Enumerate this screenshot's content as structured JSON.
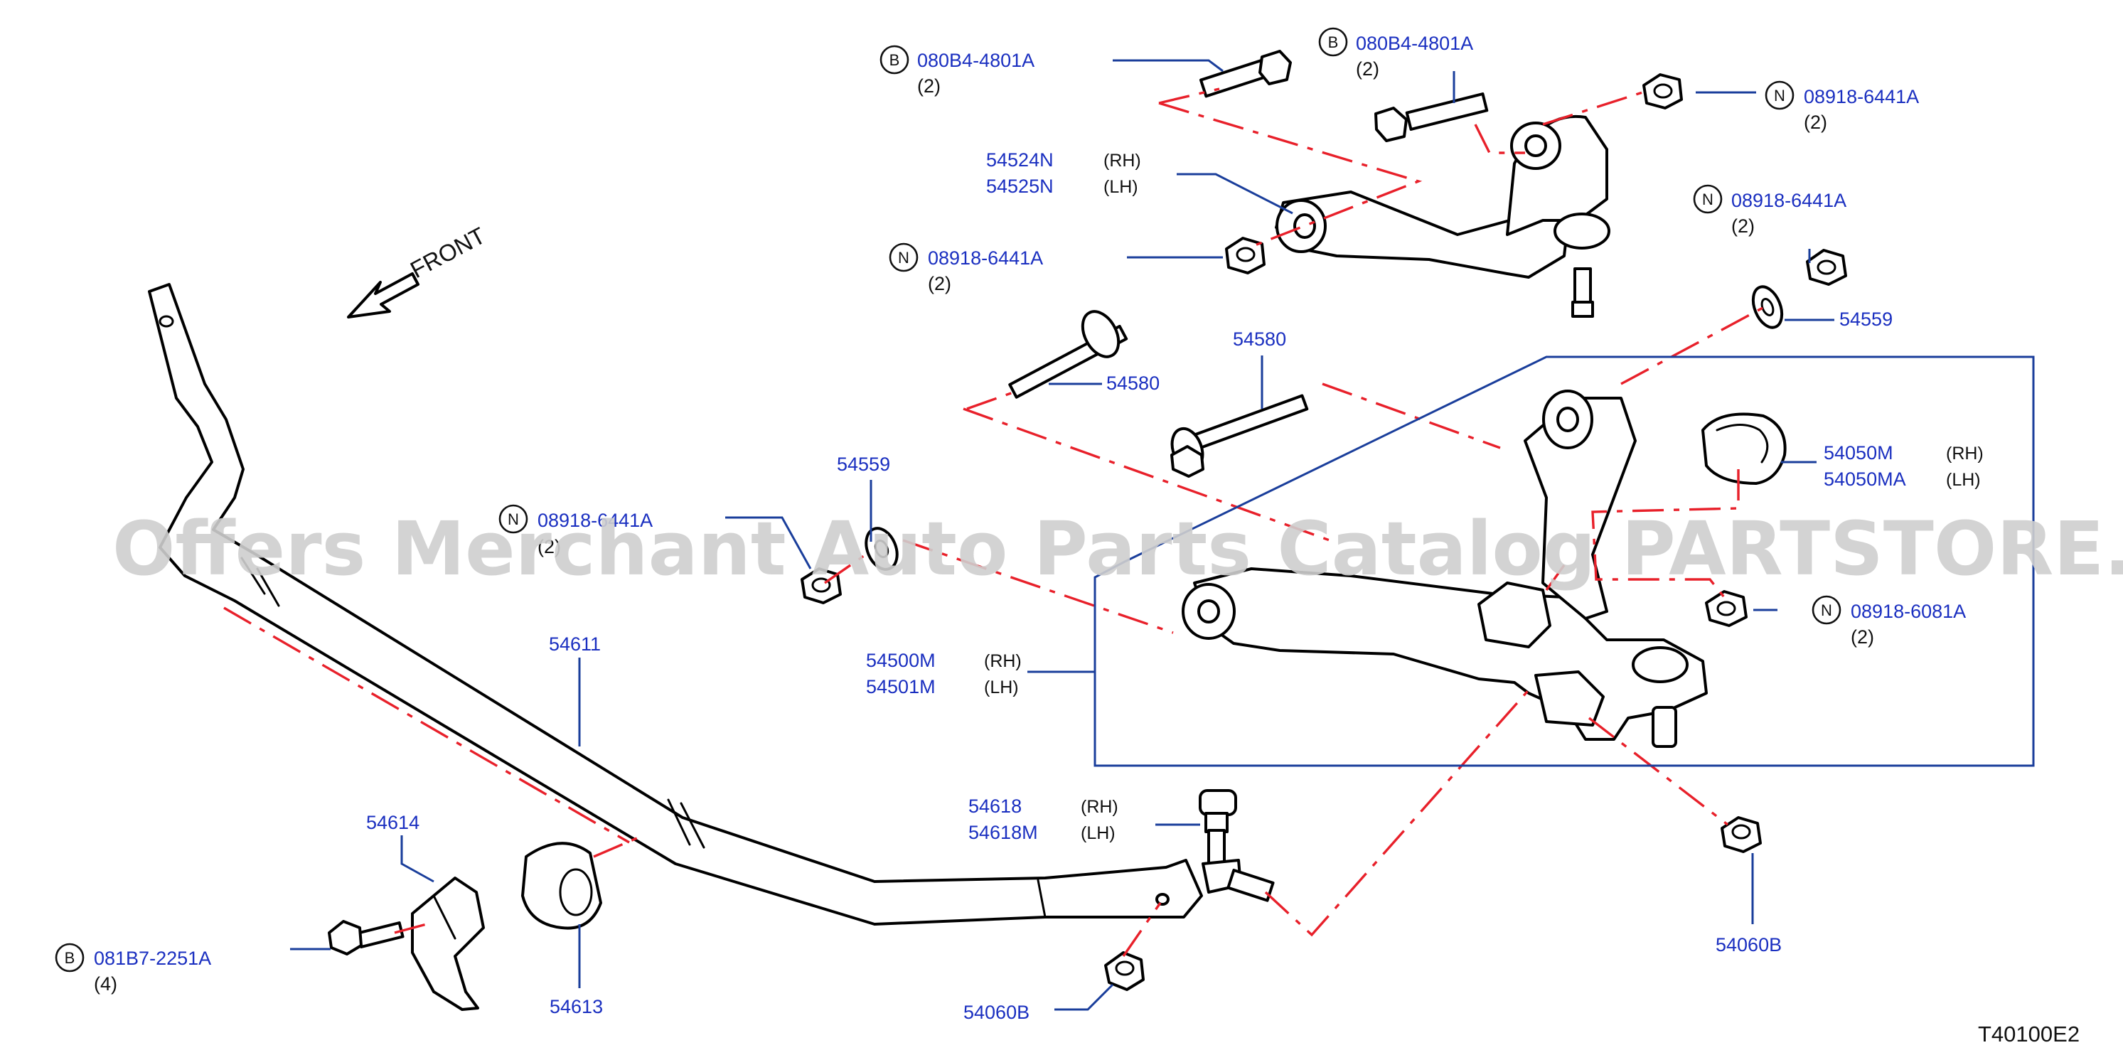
{
  "diagram": {
    "watermark": "Offers Merchant Auto Parts Catalog PARTSTORE.SA",
    "front_label": "FRONT",
    "diagram_code": "T40100E2",
    "callouts": [
      {
        "id": "c1",
        "prefix": "B",
        "part": "080B4-4801A",
        "qty": "(2)"
      },
      {
        "id": "c2",
        "prefix": "B",
        "part": "080B4-4801A",
        "qty": "(2)"
      },
      {
        "id": "c3",
        "prefix": "N",
        "part": "08918-6441A",
        "qty": "(2)"
      },
      {
        "id": "c4",
        "part": "54524N",
        "side": "(RH)"
      },
      {
        "id": "c5",
        "part": "54525N",
        "side": "(LH)"
      },
      {
        "id": "c6",
        "prefix": "N",
        "part": "08918-6441A",
        "qty": "(2)"
      },
      {
        "id": "c7",
        "prefix": "N",
        "part": "08918-6441A",
        "qty": "(2)"
      },
      {
        "id": "c8",
        "part": "54559"
      },
      {
        "id": "c9",
        "part": "54580"
      },
      {
        "id": "c10",
        "part": "54580"
      },
      {
        "id": "c11",
        "part": "54050M",
        "side": "(RH)"
      },
      {
        "id": "c12",
        "part": "54050MA",
        "side": "(LH)"
      },
      {
        "id": "c13",
        "part": "54559"
      },
      {
        "id": "c14",
        "prefix": "N",
        "part": "08918-6441A",
        "qty": "(2)"
      },
      {
        "id": "c15",
        "prefix": "N",
        "part": "08918-6081A",
        "qty": "(2)"
      },
      {
        "id": "c16",
        "part": "54500M",
        "side": "(RH)"
      },
      {
        "id": "c17",
        "part": "54501M",
        "side": "(LH)"
      },
      {
        "id": "c18",
        "part": "54611"
      },
      {
        "id": "c19",
        "part": "54618",
        "side": "(RH)"
      },
      {
        "id": "c20",
        "part": "54618M",
        "side": "(LH)"
      },
      {
        "id": "c21",
        "part": "54614"
      },
      {
        "id": "c22",
        "prefix": "B",
        "part": "081B7-2251A",
        "qty": "(4)"
      },
      {
        "id": "c23",
        "part": "54613"
      },
      {
        "id": "c24",
        "part": "54060B"
      },
      {
        "id": "c25",
        "part": "54060B"
      }
    ]
  }
}
